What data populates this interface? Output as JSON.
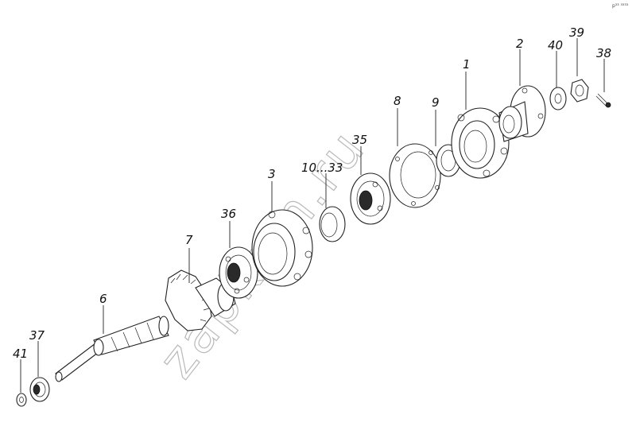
{
  "watermark": "zapkam.ru",
  "corner_mark": "p³³ ³³³³",
  "callouts": [
    {
      "id": "c41",
      "label": "41"
    },
    {
      "id": "c37",
      "label": "37"
    },
    {
      "id": "c6",
      "label": "6"
    },
    {
      "id": "c7",
      "label": "7"
    },
    {
      "id": "c36",
      "label": "36"
    },
    {
      "id": "c3",
      "label": "3"
    },
    {
      "id": "c10_33",
      "label": "10...33"
    },
    {
      "id": "c35",
      "label": "35"
    },
    {
      "id": "c8",
      "label": "8"
    },
    {
      "id": "c9",
      "label": "9"
    },
    {
      "id": "c1",
      "label": "1"
    },
    {
      "id": "c2",
      "label": "2"
    },
    {
      "id": "c40",
      "label": "40"
    },
    {
      "id": "c39",
      "label": "39"
    },
    {
      "id": "c38",
      "label": "38"
    }
  ]
}
